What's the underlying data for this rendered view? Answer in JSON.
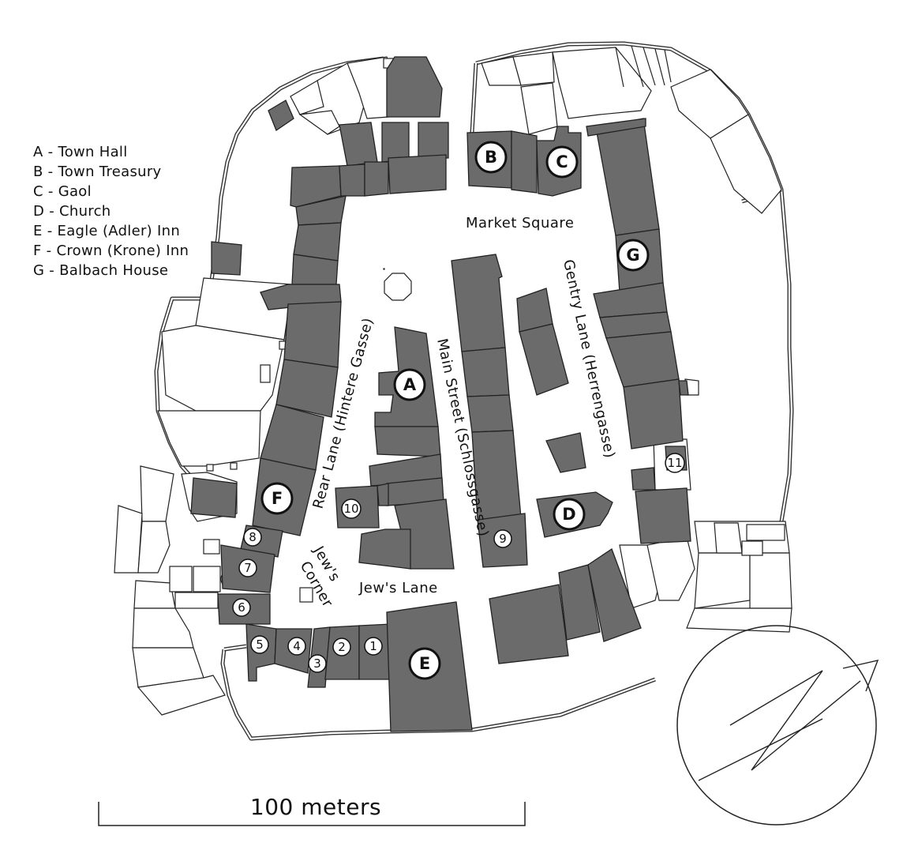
{
  "legend": [
    {
      "key": "A",
      "label": "Town Hall"
    },
    {
      "key": "B",
      "label": "Town Treasury"
    },
    {
      "key": "C",
      "label": "Gaol"
    },
    {
      "key": "D",
      "label": "Church"
    },
    {
      "key": "E",
      "label": "Eagle (Adler) Inn"
    },
    {
      "key": "F",
      "label": "Crown (Krone) Inn"
    },
    {
      "key": "G",
      "label": "Balbach House"
    }
  ],
  "streets": {
    "market_square": "Market Square",
    "gentry_lane": "Gentry Lane (Herrengasse)",
    "main_street": "Main Street (Schlossgasse)",
    "rear_lane": "Rear Lane (Hintere Gasse)",
    "jews_corner_1": "Jew's",
    "jews_corner_2": "Corner",
    "jews_lane": "Jew's Lane"
  },
  "markers": {
    "A": "A",
    "B": "B",
    "C": "C",
    "D": "D",
    "E": "E",
    "F": "F",
    "G": "G",
    "n1": "1",
    "n2": "2",
    "n3": "3",
    "n4": "4",
    "n5": "5",
    "n6": "6",
    "n7": "7",
    "n8": "8",
    "n9": "9",
    "n10": "10",
    "n11": "11"
  },
  "scale": {
    "label": "100 meters"
  },
  "compass": {
    "icon": "north-arrow-icon"
  },
  "colors": {
    "building": "#6b6b6b",
    "background": "#ffffff",
    "outline": "#222222"
  }
}
